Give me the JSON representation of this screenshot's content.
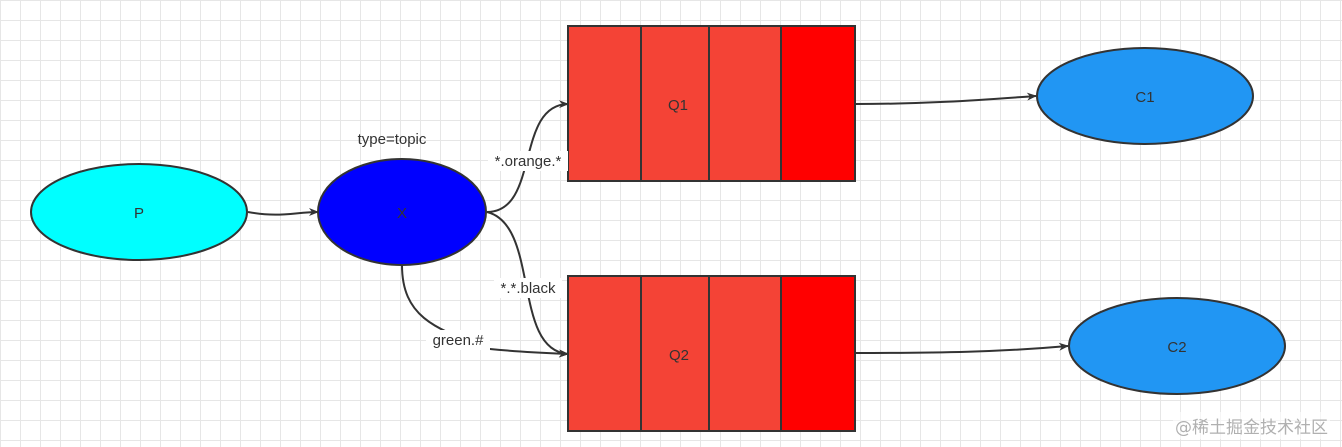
{
  "nodes": {
    "producer": {
      "label": "P",
      "color": "#00ffff"
    },
    "exchange": {
      "label": "X",
      "color": "#0000ff",
      "type_label": "type=topic"
    },
    "queue1": {
      "label": "Q1",
      "cell_color": "#f44336",
      "end_color": "#ff0000"
    },
    "queue2": {
      "label": "Q2",
      "cell_color": "#f44336",
      "end_color": "#ff0000"
    },
    "consumer1": {
      "label": "C1",
      "color": "#2196f3"
    },
    "consumer2": {
      "label": "C2",
      "color": "#2196f3"
    }
  },
  "edges": {
    "orange": {
      "label": "*.orange.*"
    },
    "black": {
      "label": "*.*.black"
    },
    "green": {
      "label": "green.#"
    }
  },
  "watermark": "@稀土掘金技术社区"
}
